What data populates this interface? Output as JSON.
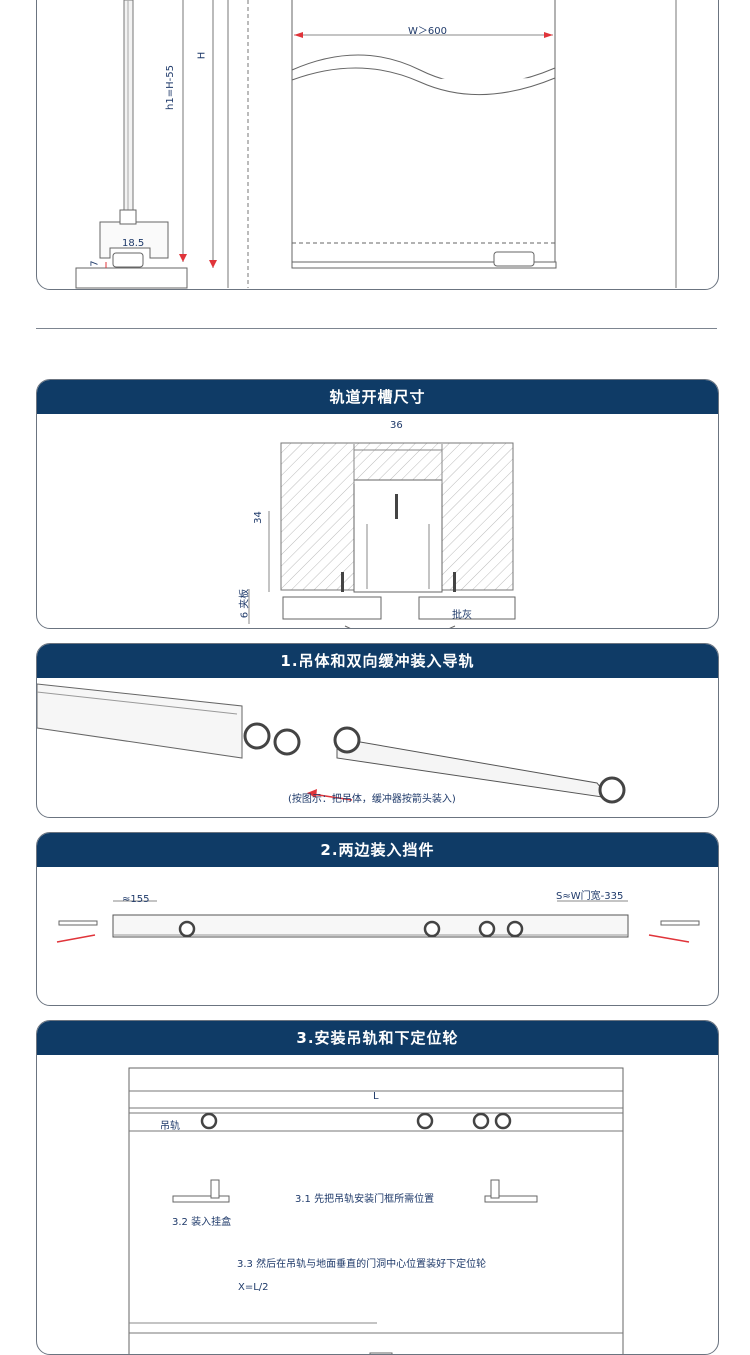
{
  "top": {
    "w_label": "W＞600",
    "h_label": "H",
    "h1_label": "h1=H-55",
    "dim_18": "18.5",
    "dim_7": "7"
  },
  "groove": {
    "title": "轨道开槽尺寸",
    "dim_36": "36",
    "dim_34": "34",
    "plywood": "6 夹板",
    "putty": "批灰"
  },
  "step1": {
    "title": "1.吊体和双向缓冲装入导轨",
    "caption": "(按图示：把吊体，缓冲器按箭头装入)"
  },
  "step2": {
    "title": "2.两边装入挡件",
    "dim_left": "≈155",
    "dim_right": "S≈W门宽-335"
  },
  "step3": {
    "title": "3.安装吊轨和下定位轮",
    "dim_L": "L",
    "rail": "吊轨",
    "note_31": "3.1 先把吊轨安装门框所需位置",
    "note_32": "3.2 装入挂盒",
    "note_33": "3.3 然后在吊轨与地面垂直的门洞中心位置装好下定位轮",
    "dim_x": "X=L/2"
  },
  "colors": {
    "header": "#0f3b66",
    "arrow": "#e0343a",
    "line": "#555555"
  }
}
